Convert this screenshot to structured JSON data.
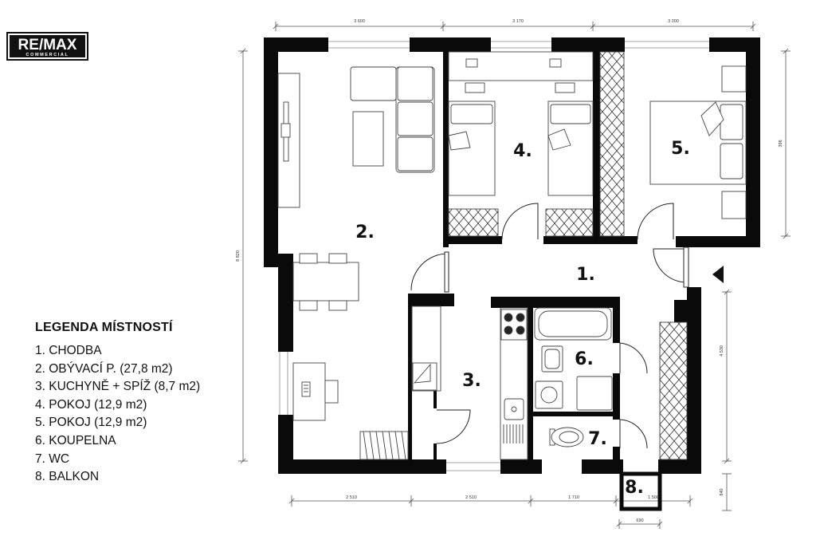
{
  "logo": {
    "brand": "RE/MAX",
    "sub": "COMMERCIAL"
  },
  "legend": {
    "title": "LEGENDA MÍSTNOSTÍ",
    "items": [
      "1. CHODBA",
      "2. OBÝVACÍ P. (27,8 m2)",
      "3. KUCHYNĚ + SPÍŽ (8,7 m2)",
      "4. POKOJ (12,9 m2)",
      "5. POKOJ (12,9 m2)",
      "6. KOUPELNA",
      "7. WC",
      "8. BALKON"
    ]
  },
  "rooms": [
    "1.",
    "2.",
    "3.",
    "4.",
    "5.",
    "6.",
    "7.",
    "8."
  ],
  "dimensions": {
    "top": [
      "3 600",
      "3 170",
      "3 200"
    ],
    "bottom": [
      "2 510",
      "2 510",
      "1 710",
      "1 500"
    ],
    "balcony": "690",
    "left": "8 820",
    "right_upper": "398",
    "right_lower": "4 530",
    "right_balcony": "840"
  }
}
